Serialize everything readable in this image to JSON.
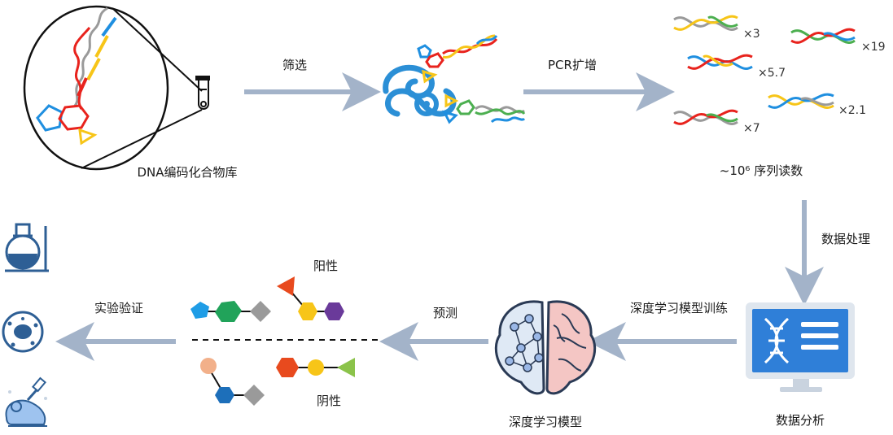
{
  "labels": {
    "library": "DNA编码化合物库",
    "screening": "筛选",
    "pcr": "PCR扩增",
    "reads": "~10⁶ 序列读数",
    "processing": "数据处理",
    "analysis": "数据分析",
    "training": "深度学习模型训练",
    "model": "深度学习模型",
    "predict": "预测",
    "positive": "阳性",
    "negative": "阴性",
    "validation": "实验验证"
  },
  "read_counts": [
    "×3",
    "×19",
    "×5.7",
    "×2.1",
    "×7"
  ],
  "icons": [
    "test-tube-icon",
    "target-protein-icon",
    "monitor-dna-icon",
    "brain-icon",
    "flask-icon",
    "cell-icon",
    "mouse-injection-icon"
  ],
  "colors": {
    "arrow": "#a3b3c9",
    "blue": "#1f8fe0",
    "dark_blue": "#2f6db3",
    "red": "#e8231d",
    "yellow": "#f7c518",
    "green": "#4caf50",
    "gray": "#9a9a9a",
    "orange": "#e84a1e",
    "purple": "#6a3a9a",
    "peach": "#f2b08a"
  }
}
